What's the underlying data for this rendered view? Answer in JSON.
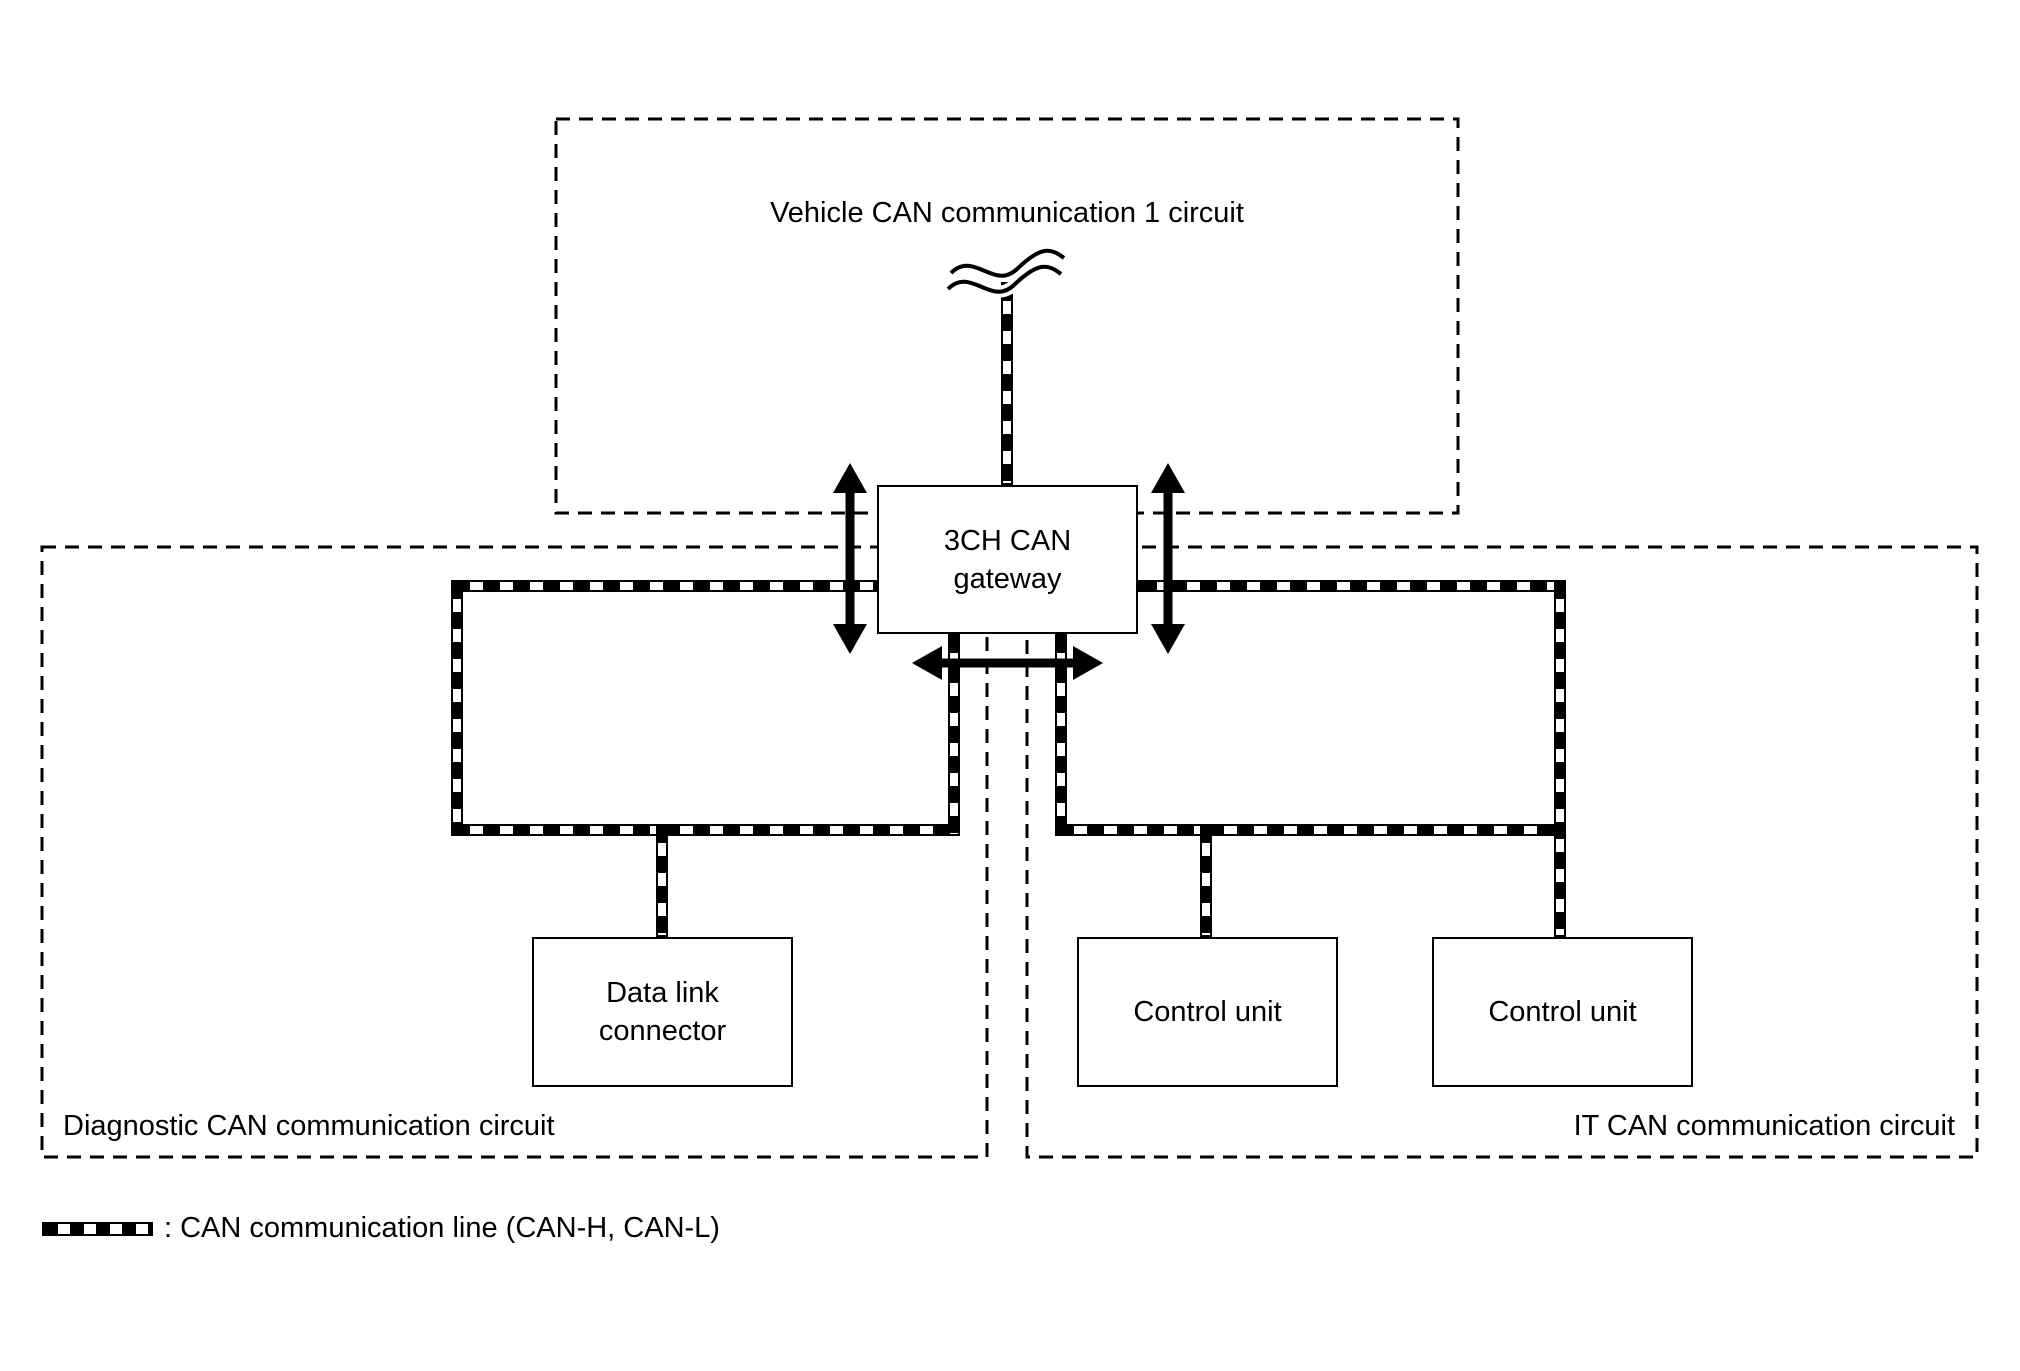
{
  "circuits": {
    "vehicle": {
      "label": "Vehicle CAN communication 1 circuit"
    },
    "diagnostic": {
      "label": "Diagnostic CAN communication circuit"
    },
    "it": {
      "label": "IT CAN communication circuit"
    }
  },
  "gateway": {
    "line1": "3CH CAN",
    "line2": "gateway"
  },
  "nodes": {
    "data_link_connector": {
      "line1": "Data link",
      "line2": "connector"
    },
    "control_unit_1": {
      "label": "Control unit"
    },
    "control_unit_2": {
      "label": "Control unit"
    }
  },
  "legend": {
    "text": ": CAN communication line (CAN-H, CAN-L)"
  },
  "colors": {
    "line": "#000000",
    "background": "#ffffff"
  }
}
